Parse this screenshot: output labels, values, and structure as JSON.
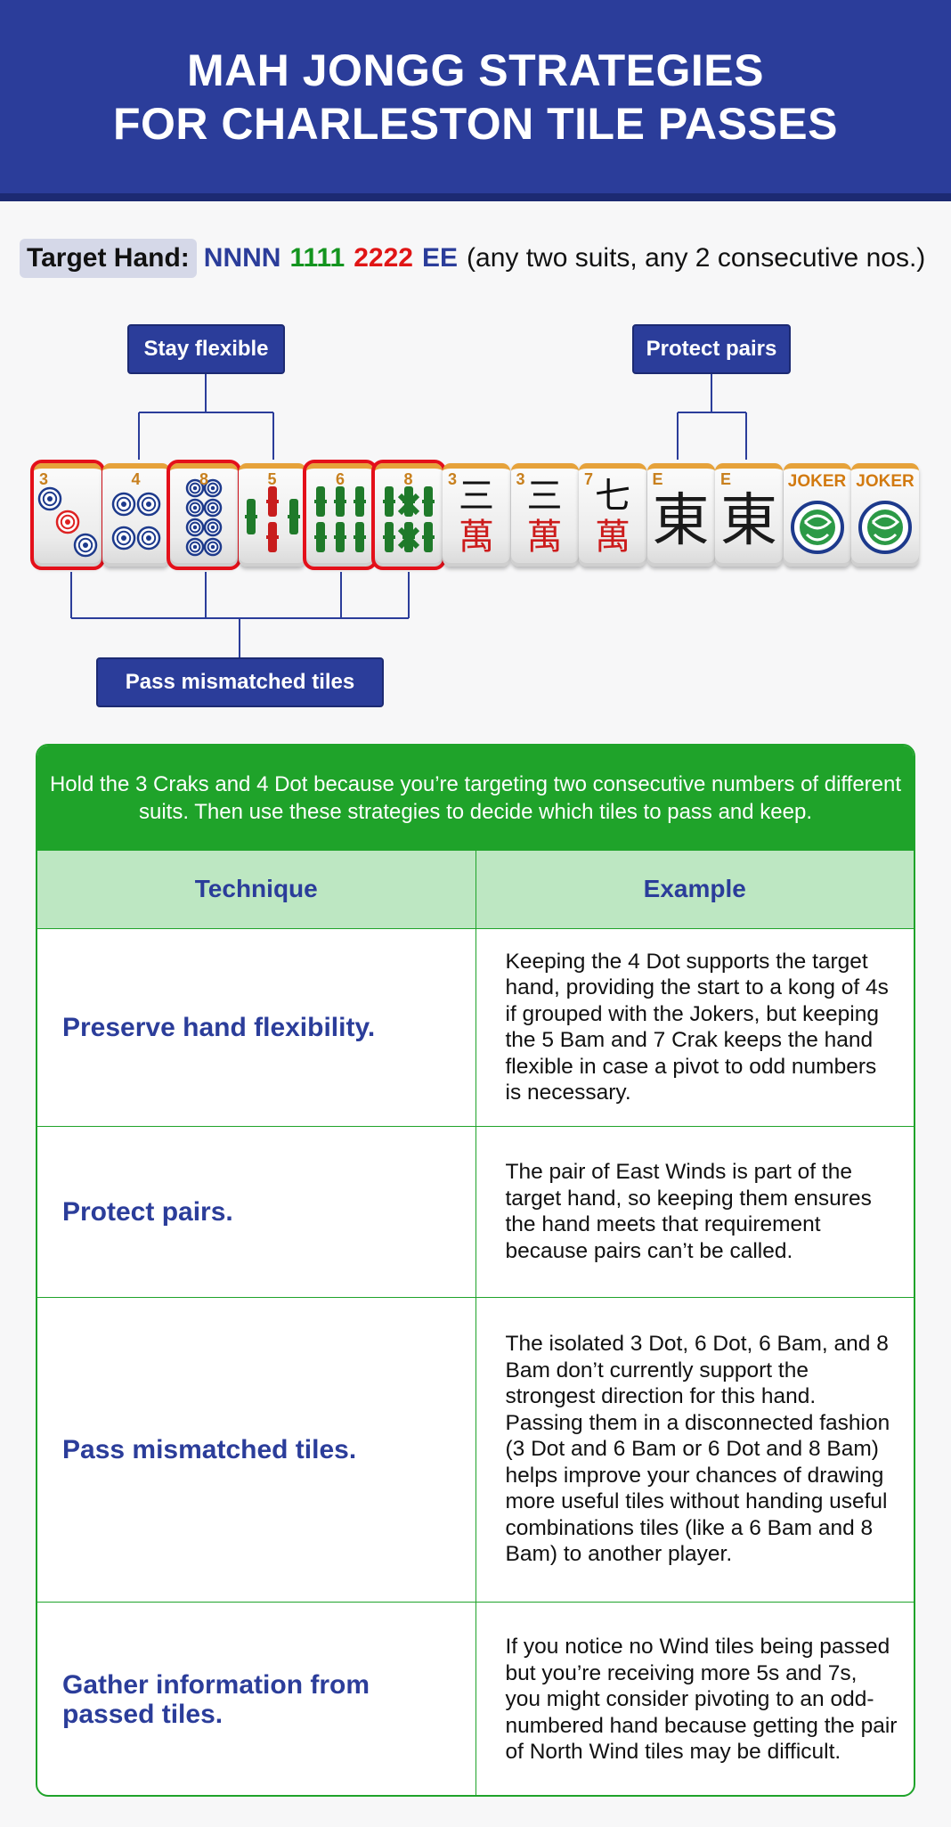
{
  "header": {
    "title_line1": "MAH JONGG STRATEGIES",
    "title_line2": "FOR CHARLESTON TILE PASSES"
  },
  "target_hand": {
    "label": "Target Hand:",
    "parts": {
      "n": "NNNN",
      "ones": "1111",
      "twos": "2222",
      "e": "EE"
    },
    "description": "(any two suits, any 2 consecutive nos.)"
  },
  "callouts": {
    "stay_flexible": "Stay flexible",
    "protect_pairs": "Protect pairs",
    "pass_mismatched": "Pass mismatched tiles"
  },
  "tiles": [
    {
      "name": "3 Dot",
      "corner": "3",
      "suit": "dot",
      "highlighted": true
    },
    {
      "name": "4 Dot",
      "corner": "4",
      "suit": "dot",
      "highlighted": false
    },
    {
      "name": "8 Dot",
      "corner": "8",
      "suit": "dot",
      "highlighted": true
    },
    {
      "name": "5 Bam",
      "corner": "5",
      "suit": "bam",
      "highlighted": false
    },
    {
      "name": "6 Bam",
      "corner": "6",
      "suit": "bam",
      "highlighted": true
    },
    {
      "name": "8 Bam",
      "corner": "8",
      "suit": "bam",
      "highlighted": true
    },
    {
      "name": "3 Crak",
      "corner": "3",
      "glyph": "三",
      "suit": "crak",
      "highlighted": false
    },
    {
      "name": "3 Crak",
      "corner": "3",
      "glyph": "三",
      "suit": "crak",
      "highlighted": false
    },
    {
      "name": "7 Crak",
      "corner": "7",
      "glyph": "七",
      "suit": "crak",
      "highlighted": false
    },
    {
      "name": "East Wind",
      "corner": "E",
      "glyph": "東",
      "suit": "wind",
      "highlighted": false
    },
    {
      "name": "East Wind",
      "corner": "E",
      "glyph": "東",
      "suit": "wind",
      "highlighted": false
    },
    {
      "name": "Joker",
      "corner": "JOKER",
      "suit": "joker",
      "highlighted": false
    },
    {
      "name": "Joker",
      "corner": "JOKER",
      "suit": "joker",
      "highlighted": false
    }
  ],
  "crak_character": "萬",
  "intro_text": "Hold the 3 Craks and 4 Dot because you’re targeting two consecutive numbers of different suits. Then use these strategies to decide which tiles to pass and keep.",
  "table": {
    "headers": {
      "technique": "Technique",
      "example": "Example"
    },
    "rows": [
      {
        "technique": "Preserve hand flexibility.",
        "example": "Keeping the 4 Dot supports the target hand, providing the start to a kong of 4s if grouped with the Jokers, but keeping the 5 Bam and 7 Crak keeps the hand flexible in case a pivot to odd numbers is necessary."
      },
      {
        "technique": "Protect pairs.",
        "example": "The pair of East Winds is part of the target hand, so keeping them ensures the hand meets that requirement because pairs can’t be called."
      },
      {
        "technique": "Pass mismatched tiles.",
        "example": "The isolated 3 Dot, 6 Dot, 6 Bam, and 8 Bam don’t currently support the strongest direction for this hand. Passing them in a disconnected fashion (3 Dot and 6 Bam or 6 Dot and 8 Bam) helps improve your chances of drawing more useful tiles without handing useful combinations tiles (like a 6 Bam and 8 Bam) to another player."
      },
      {
        "technique": "Gather information from passed tiles.",
        "example": "If you notice no Wind tiles being passed but you’re receiving more 5s and 7s, you might consider pivoting to an odd-numbered hand because getting the pair of North Wind tiles may be difficult."
      }
    ]
  },
  "colors": {
    "brand_blue": "#2b3d9a",
    "green": "#1fa32a",
    "light_green": "#bde7c2",
    "highlight_red": "#e4101a",
    "tile_orange": "#e6a23a"
  }
}
